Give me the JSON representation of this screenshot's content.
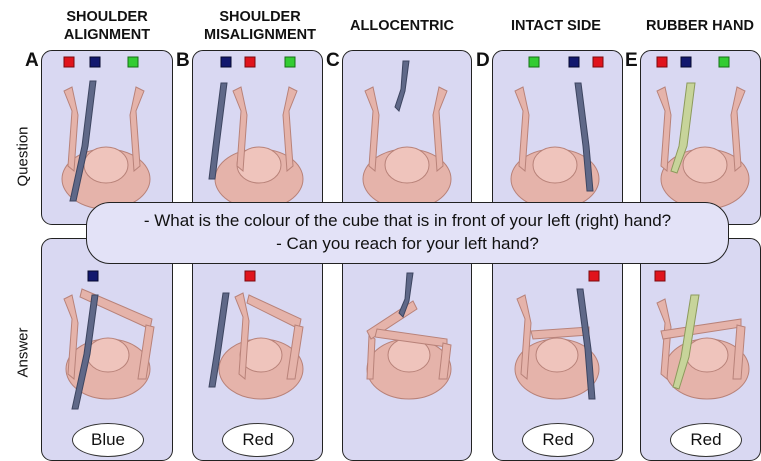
{
  "column_titles": [
    "SHOULDER\nALIGNMENT",
    "SHOULDER\nMISALIGNMENT",
    "ALLOCENTRIC",
    "INTACT SIDE",
    "RUBBER HAND"
  ],
  "panel_letters": [
    "A",
    "B",
    "C",
    "D",
    "E"
  ],
  "row_labels": {
    "question": "Question",
    "answer": "Answer"
  },
  "questions": [
    "- What is the colour of the cube that is in front of your left (right) hand?",
    "- Can you reach for your left hand?"
  ],
  "answers": [
    "Blue",
    "Red",
    "",
    "Red",
    "Red"
  ],
  "colors": {
    "panel_bg": "#d9d8f2",
    "bubble_bg": "#e3e2f7",
    "skin": "#e5b3aa",
    "gray_limb": "#5f6888",
    "rubber_limb": "#c7d49a",
    "cube_red": "#e0141c",
    "cube_blue": "#12186e",
    "cube_green": "#33cc33"
  }
}
